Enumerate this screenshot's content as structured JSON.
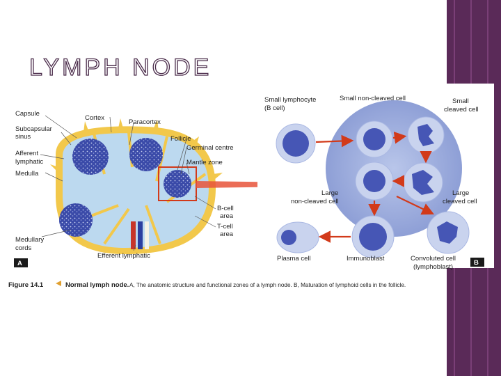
{
  "slide": {
    "title": "LYMPH NODE"
  },
  "panel_a": {
    "tag": "A",
    "labels": {
      "capsule": "Capsule",
      "cortex": "Cortex",
      "paracortex": "Paracortex",
      "subcapsular1": "Subcapsular",
      "subcapsular2": "sinus",
      "afferent1": "Afferent",
      "afferent2": "lymphatic",
      "follicle": "Follicle",
      "germinal": "Germinal centre",
      "mantle": "Mantle zone",
      "medulla": "Medulla",
      "bcell1": "B-cell",
      "bcell2": "area",
      "tcell1": "T-cell",
      "tcell2": "area",
      "medcords1": "Medullary",
      "medcords2": "cords",
      "efferent": "Efferent lymphatic"
    }
  },
  "panel_b": {
    "tag": "B",
    "labels": {
      "small_lymph1": "Small lymphocyte",
      "small_lymph2": "(B cell)",
      "small_noncleaved": "Small non-cleaved cell",
      "small_cleaved1": "Small",
      "small_cleaved2": "cleaved cell",
      "large_noncleaved1": "Large",
      "large_noncleaved2": "non-cleaved cell",
      "large_cleaved1": "Large",
      "large_cleaved2": "cleaved cell",
      "plasma": "Plasma cell",
      "immunoblast": "Immunoblast",
      "convoluted1": "Convoluted cell",
      "convoluted2": "(lymphoblast)"
    }
  },
  "caption": {
    "number": "Figure 14.1",
    "title": "Normal lymph node.",
    "text": "A, The anatomic structure and functional zones of a lymph node. B, Maturation of lymphoid cells in the follicle."
  },
  "colors": {
    "capsule": "#f2c84b",
    "node_bg": "#bcd9ef",
    "follicle": "#3a4aa8",
    "arrow": "#d23a1a",
    "cell_bg": "#c9d3ee",
    "band": "#5a2a58"
  }
}
